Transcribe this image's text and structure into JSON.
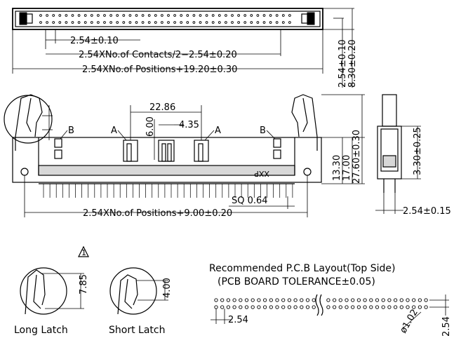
{
  "top_view": {
    "dim_pitch": "2.54±0.10",
    "dim_contacts": "2.54XNo.of Contacts/2−2.54±0.20",
    "dim_positions": "2.54XNo.of Positions+19.20±0.30",
    "dim_height_a": "2.54±0.10",
    "dim_height_b": "8.30±0.20"
  },
  "front_view": {
    "dim_22_86": "22.86",
    "dim_6_00": "6.00",
    "dim_4_35": "4.35",
    "label_a_left": "A",
    "label_a_right": "A",
    "label_b_left": "B",
    "label_b_right": "B",
    "mark_xxp": "XXP",
    "dim_13_30": "13.30",
    "dim_17_00": "17.00",
    "dim_27_60": "27.60±0.30",
    "dim_sq": "SQ 0.64",
    "dim_positions_9": "2.54XNo.of Positions+9.00±0.20"
  },
  "side_view": {
    "dim_3_30": "3.30±0.25",
    "dim_2_54": "2.54±0.15"
  },
  "latches": {
    "revision_mark": "1",
    "long_dim": "7.85",
    "short_dim": "4.00",
    "long_label": "Long Latch",
    "short_label": "Short Latch"
  },
  "pcb": {
    "title": "Recommended P.C.B Layout(Top Side)",
    "tolerance": "(PCB BOARD TOLERANCE±0.05)",
    "dim_pitch": "2.54",
    "dim_hole": "ø1.02",
    "dim_row": "2.54"
  }
}
